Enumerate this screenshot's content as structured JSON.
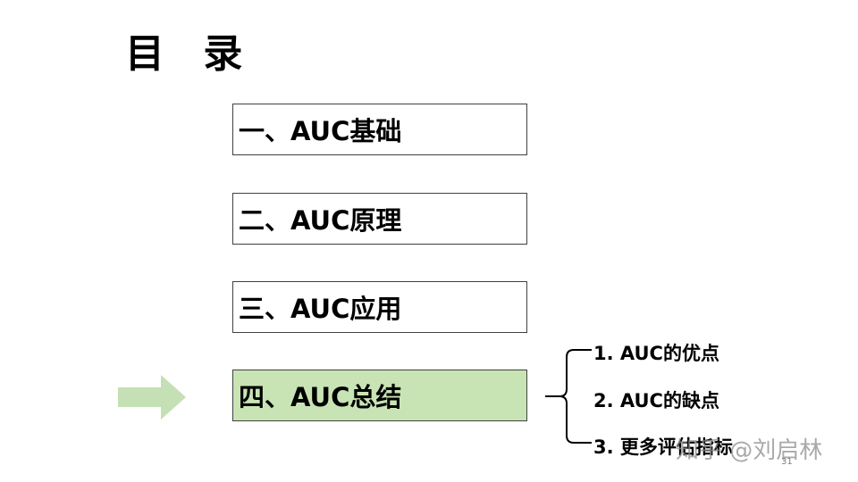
{
  "slide": {
    "title": "目 录",
    "sections": [
      {
        "label": "一、AUC基础"
      },
      {
        "label": "二、AUC原理"
      },
      {
        "label": "三、AUC应用"
      },
      {
        "label": "四、AUC总结"
      }
    ],
    "subitems": [
      {
        "label": "1. AUC的优点"
      },
      {
        "label": "2. AUC的缺点"
      },
      {
        "label": "3. 更多评估指标"
      }
    ],
    "page_number": "31",
    "watermark": "知乎 @刘启林"
  },
  "colors": {
    "active_fill": "#c9e4b4",
    "arrow": "#c5e0b4"
  }
}
